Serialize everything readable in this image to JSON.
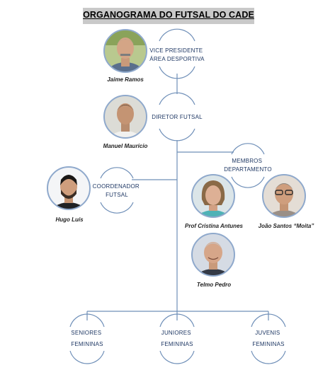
{
  "title": "ORGANOGRAMA DO FUTSAL DO CADE",
  "roles": {
    "vice_presidente": [
      "VICE PRESIDENTE",
      "ÁREA DESPORTIVA"
    ],
    "diretor": [
      "DIRETOR FUTSAL"
    ],
    "membros": [
      "MEMBROS",
      "DEPARTAMENTO"
    ],
    "coordenador": [
      "COORDENADOR",
      "FUTSAL"
    ],
    "seniores": [
      "SENIORES",
      "FEMININAS"
    ],
    "juniores": [
      "JUNIORES",
      "FEMININAS"
    ],
    "juvenis": [
      "JUVENIS",
      "FEMININAS"
    ]
  },
  "people": {
    "jaime": "Jaime Ramos",
    "manuel": "Manuel Maurício",
    "hugo": "Hugo Luís",
    "cristina": "Prof Cristina Antunes",
    "joao": "João Santos “Moita”",
    "telmo": "Telmo Pedro"
  },
  "colors": {
    "line": "#6f8fb8",
    "role_text": "#1f3864",
    "title_bg": "#c9c9c9",
    "photo_ring": "#8fa9cc"
  }
}
